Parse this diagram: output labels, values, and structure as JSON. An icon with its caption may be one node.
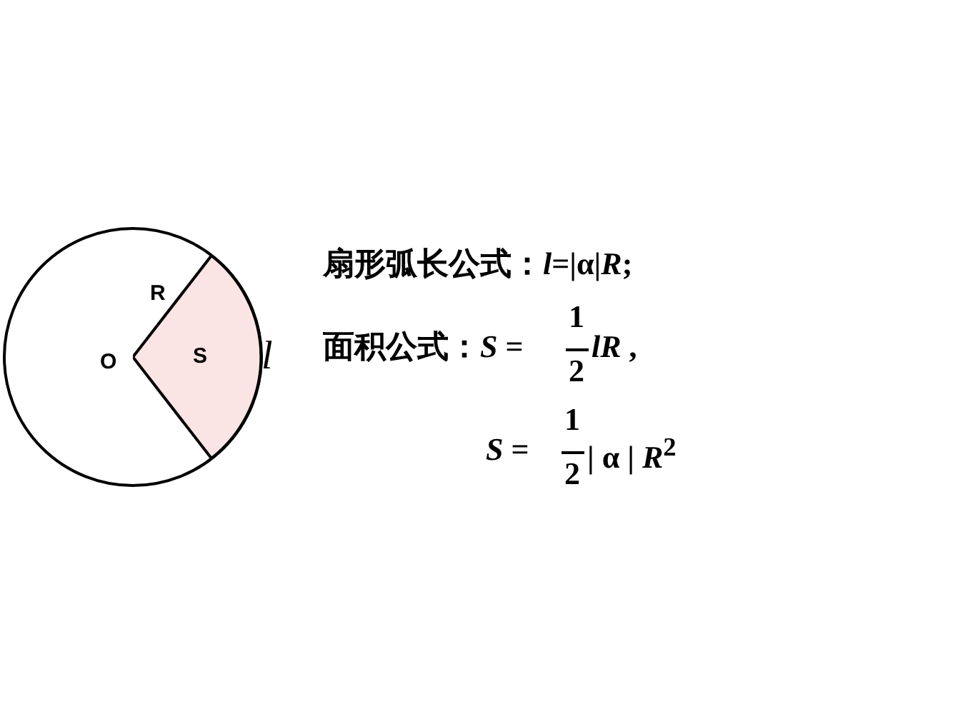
{
  "diagram": {
    "nodes": [
      {
        "text": [
          "S"
        ]
      }
    ],
    "labels": [
      "R",
      "O",
      "*l*",
      "扇形弧长公式：*l*=|α|*R*;",
      "面积公式：*S* =",
      "1",
      "2",
      "*lR* ,",
      "*S* =",
      "1",
      "2",
      "| α | *R*$^{2}$"
    ]
  }
}
